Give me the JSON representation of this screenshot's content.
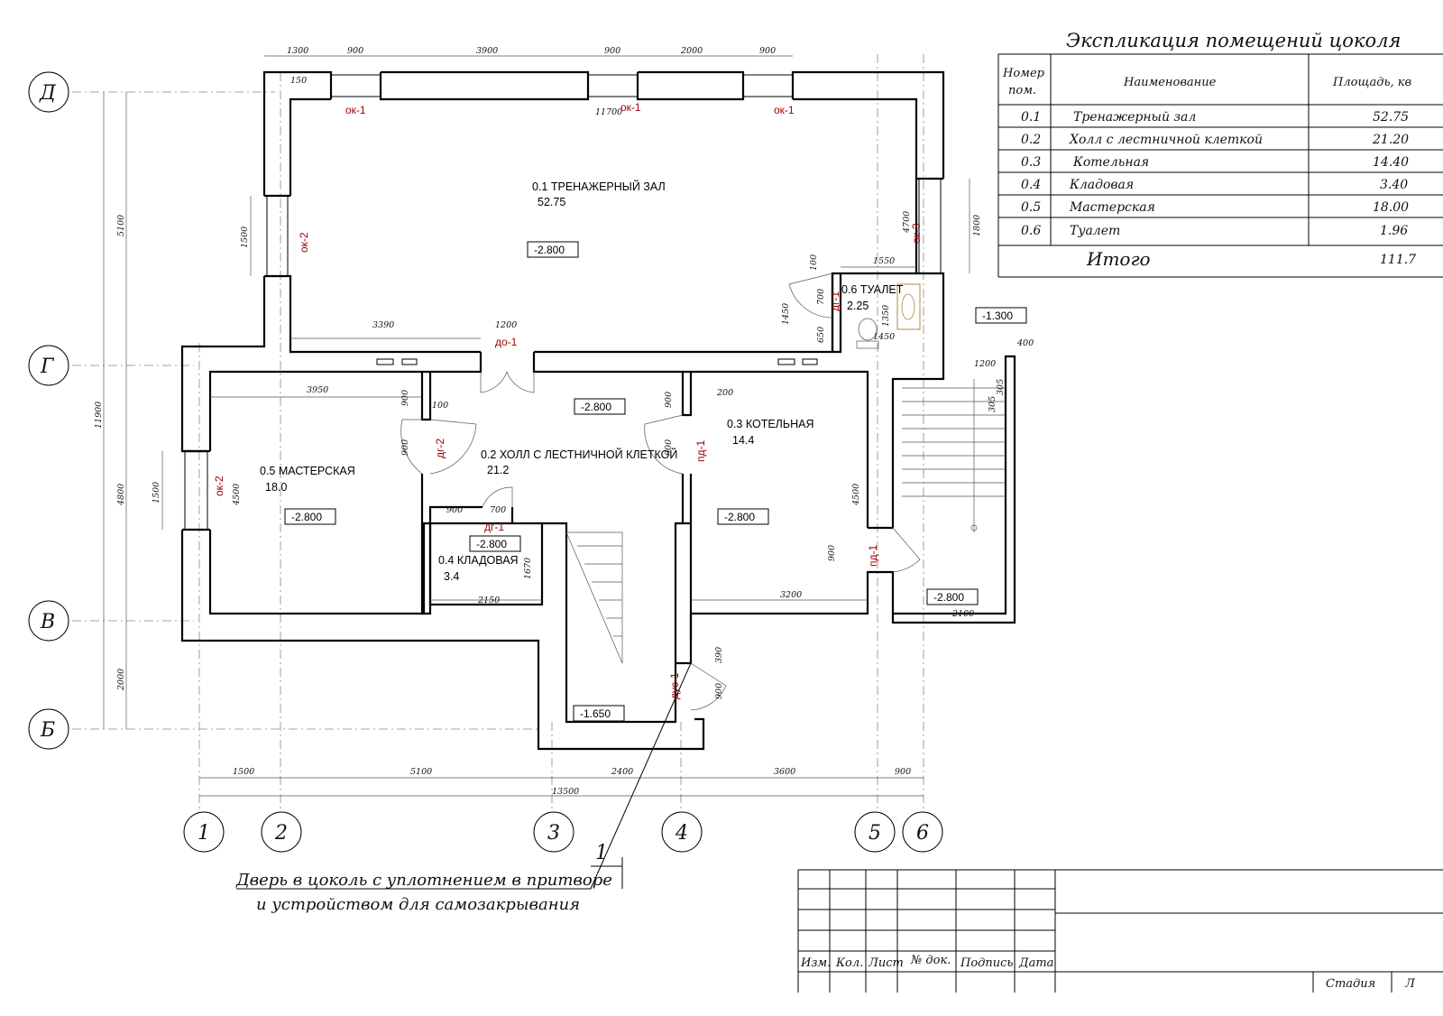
{
  "axes": {
    "letters": [
      "Д",
      "Г",
      "В",
      "Б"
    ],
    "numbers": [
      "1",
      "2",
      "3",
      "4",
      "5",
      "6"
    ]
  },
  "dimensions": {
    "top": [
      "1300",
      "900",
      "3900",
      "900",
      "2000",
      "900"
    ],
    "bottom": [
      "1500",
      "5100",
      "2400",
      "3600",
      "900"
    ],
    "bottom_total": "13500",
    "left": [
      "5100",
      "4800",
      "2000"
    ],
    "left_total": "11900",
    "interior": {
      "top_inner": "11700",
      "d150": "150",
      "hall_wall": "3390",
      "door_do": "1200",
      "workshop_width": "3950",
      "d900a": "900",
      "d100": "100",
      "d900b": "900",
      "d900c": "900",
      "d700": "700",
      "storage_width": "2150",
      "d1670": "1670",
      "boiler_width": "3200",
      "d900d": "900",
      "d4500": "4500",
      "d200": "200",
      "d900e": "900",
      "d900f": "900",
      "d390": "390",
      "d900g": "900",
      "d1500a": "1500",
      "d1500b": "1500",
      "d4500b": "4500",
      "d4700": "4700",
      "d1800": "1800",
      "d1550": "1550",
      "d100b": "100",
      "d700b": "700",
      "d650": "650",
      "d1450": "1450",
      "d1350": "1350",
      "d1450b": "1450",
      "d1200": "1200",
      "d400": "400",
      "d305": "305",
      "d305b": "305",
      "d2100": "2100"
    }
  },
  "rooms": {
    "gym": {
      "name": "0.1 ТРЕНАЖЕРНЫЙ ЗАЛ",
      "area": "52.75"
    },
    "hall": {
      "name": "0.2 ХОЛЛ С ЛЕСТНИЧНОЙ КЛЕТКОЙ",
      "area": "21.2"
    },
    "boiler": {
      "name": "0.3 КОТЕЛЬНАЯ",
      "area": "14.4"
    },
    "storage": {
      "name": "0.4 КЛАДОВАЯ",
      "area": "3.4"
    },
    "workshop": {
      "name": "0.5 МАСТЕРСКАЯ",
      "area": "18.0"
    },
    "toilet": {
      "name": "0.6 ТУАЛЕТ",
      "area": "2.25"
    }
  },
  "marks": {
    "ok1": "ок-1",
    "ok2": "ок-2",
    "ok3": "ок-3",
    "do1": "до-1",
    "dg1": "дг-1",
    "dg2": "дг-2",
    "pd1": "пд-1",
    "dus1": "дус-1"
  },
  "levels": {
    "gym": "-2.800",
    "hall": "-2.800",
    "workshop": "-2.800",
    "storage": "-2.800",
    "boiler": "-2.800",
    "vestibule": "-2.800",
    "entry": "-1.650",
    "outside": "-1.300"
  },
  "section_mark": "1",
  "note": {
    "line1": "Дверь в цоколь с уплотнением в притворе",
    "line2": "и устройством для самозакрывания"
  },
  "explication": {
    "title": "Экспликация помещений цоколя",
    "headers": {
      "num": [
        "Номер",
        "пом."
      ],
      "name": "Наименование",
      "area": "Площадь, кв"
    },
    "rows": [
      {
        "num": "0.1",
        "name": "Тренажерный зал",
        "area": "52.75"
      },
      {
        "num": "0.2",
        "name": "Холл с лестничной клеткой",
        "area": "21.20"
      },
      {
        "num": "0.3",
        "name": "Котельная",
        "area": "14.40"
      },
      {
        "num": "0.4",
        "name": "Кладовая",
        "area": "3.40"
      },
      {
        "num": "0.5",
        "name": "Мастерская",
        "area": "18.00"
      },
      {
        "num": "0.6",
        "name": "Туалет",
        "area": "1.96"
      }
    ],
    "total_label": "Итого",
    "total_value": "111.7"
  },
  "stamp": {
    "cols": [
      "Изм.",
      "Кол.",
      "Лист",
      "№ док.",
      "Подпись",
      "Дата"
    ],
    "stage": "Стадия",
    "sheet_fragment": "Л"
  }
}
